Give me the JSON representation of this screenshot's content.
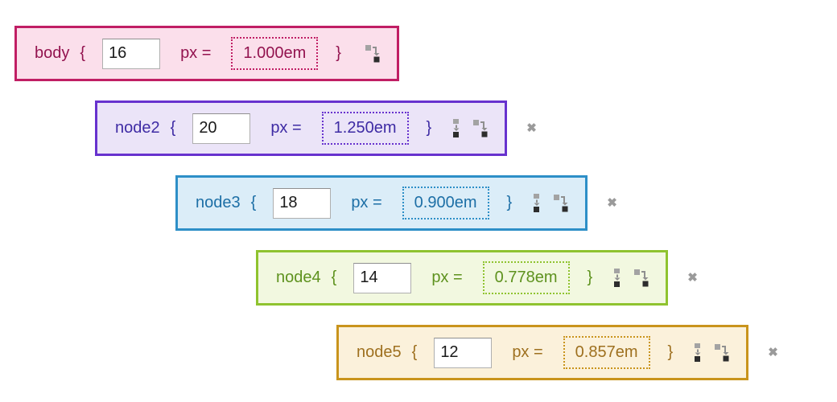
{
  "labels": {
    "open_brace": "{",
    "close_brace": "}",
    "px_equals": "px ="
  },
  "icons": {
    "add_sibling": "add-sibling-icon",
    "add_child": "add-child-icon",
    "delete_glyph": "✖"
  },
  "icon_colors": {
    "square_light": "#a3a3a3",
    "arrow_mid": "#8f8f8f",
    "square_dark": "#2d2d2d",
    "delete": "#9a9a9a"
  },
  "rows": [
    {
      "selector": "body",
      "px": "16",
      "em": "1.000em",
      "level": 0,
      "has_add_sibling": false,
      "has_delete": false,
      "colors": {
        "border": "#C01E64",
        "background": "#FBDFEB",
        "text": "#93134F"
      }
    },
    {
      "selector": "node2",
      "px": "20",
      "em": "1.250em",
      "level": 1,
      "has_add_sibling": true,
      "has_delete": true,
      "colors": {
        "border": "#6732CE",
        "background": "#EBE4F8",
        "text": "#3E2BA4"
      }
    },
    {
      "selector": "node3",
      "px": "18",
      "em": "0.900em",
      "level": 2,
      "has_add_sibling": true,
      "has_delete": true,
      "colors": {
        "border": "#2D8FC7",
        "background": "#DBEDF8",
        "text": "#1D6FA6"
      }
    },
    {
      "selector": "node4",
      "px": "14",
      "em": "0.778em",
      "level": 3,
      "has_add_sibling": true,
      "has_delete": true,
      "colors": {
        "border": "#8FC32F",
        "background": "#F2F8E0",
        "text": "#5E921E"
      }
    },
    {
      "selector": "node5",
      "px": "12",
      "em": "0.857em",
      "level": 4,
      "has_add_sibling": true,
      "has_delete": true,
      "colors": {
        "border": "#C9941C",
        "background": "#FBF1DB",
        "text": "#9E701F"
      }
    }
  ]
}
